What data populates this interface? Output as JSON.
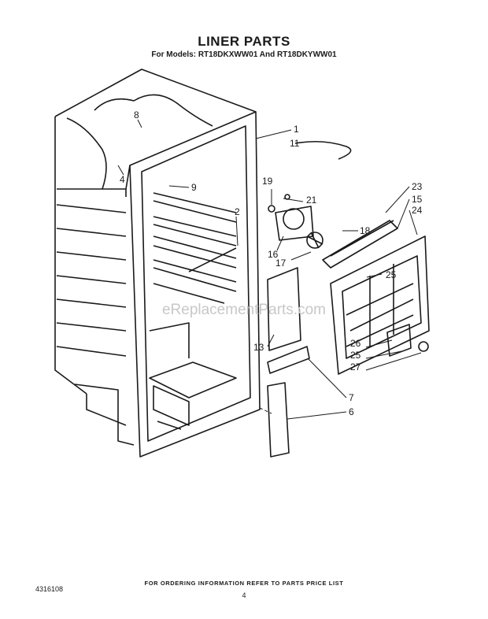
{
  "title": "LINER PARTS",
  "subtitle": "For Models: RT18DKXWW01 And RT18DKYWW01",
  "watermark": "eReplacementParts.com",
  "footer": "FOR ORDERING INFORMATION REFER TO PARTS PRICE LIST",
  "page_number": "4",
  "document_number": "4316108",
  "callouts": {
    "c1": "1",
    "c11": "11",
    "c8": "8",
    "c4": "4",
    "c9": "9",
    "c19": "19",
    "c21": "21",
    "c2": "2",
    "c18": "18",
    "c16": "16",
    "c17": "17",
    "c23": "23",
    "c15": "15",
    "c24": "24",
    "c25a": "25",
    "c13": "13",
    "c26": "26",
    "c25b": "25",
    "c27": "27",
    "c7": "7",
    "c6": "6"
  }
}
